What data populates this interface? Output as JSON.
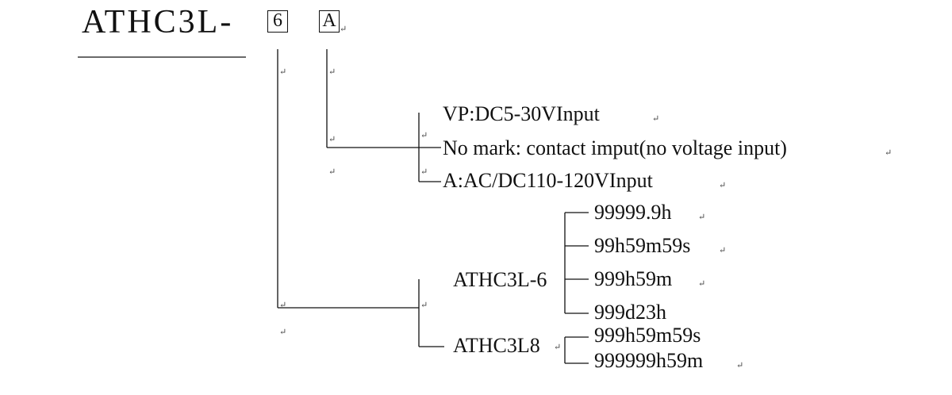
{
  "model": {
    "prefix": "ATHC3L-",
    "code1": "6",
    "code2": "A"
  },
  "input_options": [
    "VP:DC5-30VInput",
    "No mark: contact imput(no voltage input)",
    "A:AC/DC110-120VInput"
  ],
  "models": [
    {
      "name": "ATHC3L-6",
      "ranges": [
        "99999.9h",
        "99h59m59s",
        "999h59m",
        "999d23h"
      ]
    },
    {
      "name": "ATHC3L8",
      "ranges": [
        "999h59m59s",
        "999999h59m"
      ]
    }
  ],
  "return_mark": "↵"
}
